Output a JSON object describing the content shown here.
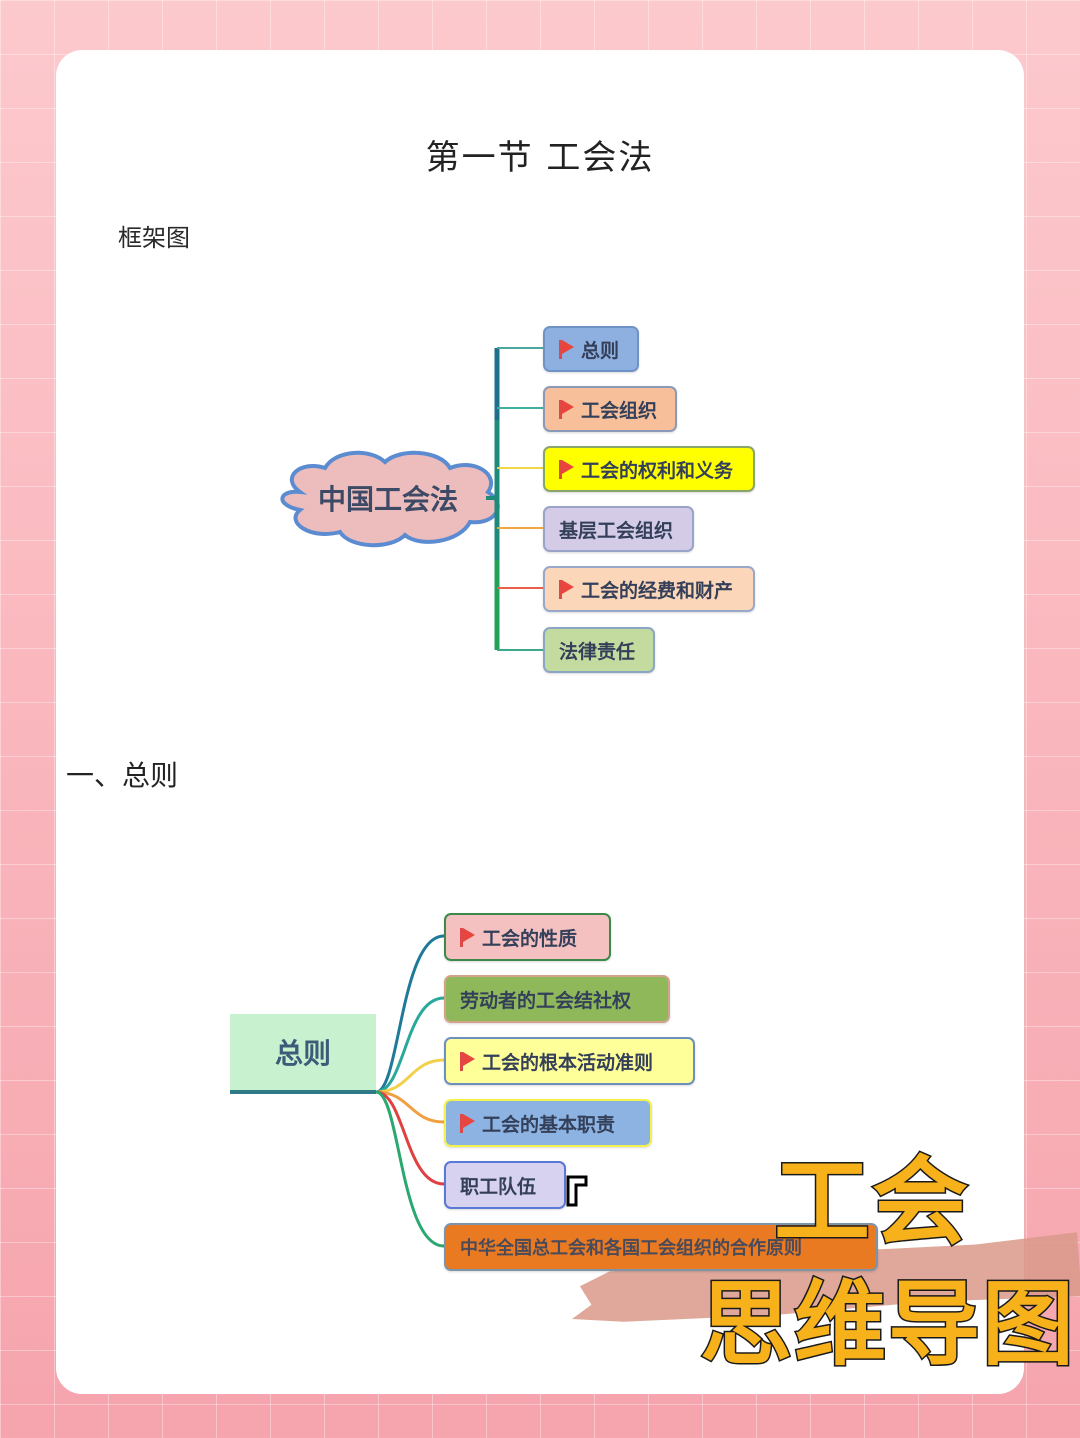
{
  "page": {
    "title": "第一节  工会法",
    "subheading": "框架图",
    "section_heading": "一、总则"
  },
  "overview_map": {
    "root": "中国工会法",
    "root_shape": "cloud",
    "branches": [
      {
        "label": "总则",
        "flag": true,
        "fill": "#8db0e0",
        "border": "#6f93c7"
      },
      {
        "label": "工会组织",
        "flag": true,
        "fill": "#f7c09a",
        "border": "#8a9ab8"
      },
      {
        "label": "工会的权利和义务",
        "flag": true,
        "fill": "#ffff00",
        "border": "#8aa56a"
      },
      {
        "label": "基层工会组织",
        "flag": false,
        "fill": "#d4cbe7",
        "border": "#9aa3c8"
      },
      {
        "label": "工会的经费和财产",
        "flag": true,
        "fill": "#fcd6b8",
        "border": "#9aa8c8"
      },
      {
        "label": "法律责任",
        "flag": false,
        "fill": "#c4dba0",
        "border": "#8ba6c4"
      }
    ]
  },
  "general_map": {
    "root": "总则",
    "branches": [
      {
        "label": "工会的性质",
        "flag": true,
        "fill": "#f4c0c0",
        "border": "#3b8a4a"
      },
      {
        "label": "劳动者的工会结社权",
        "flag": false,
        "fill": "#8fb85a",
        "border": "#d2a38a"
      },
      {
        "label": "工会的根本活动准则",
        "flag": true,
        "fill": "#ffff99",
        "border": "#6d8fc0"
      },
      {
        "label": "工会的基本职责",
        "flag": true,
        "fill": "#8db3e2",
        "border": "#f2f24a"
      },
      {
        "label": "职工队伍",
        "flag": false,
        "fill": "#d6d2ef",
        "border": "#5a78d6"
      },
      {
        "label": "中华全国总工会和各国工会组织的合作原则",
        "flag": false,
        "fill": "#ea7a22",
        "border": "#7d93a8"
      }
    ]
  },
  "overlay": {
    "line1": "工会",
    "line2": "思维导图",
    "text_color": "#f7b21b",
    "stroke_color": "#1a1a1a"
  },
  "colors": {
    "background": "#f9b6bd",
    "card": "#ffffff",
    "flag": "#e8453f"
  }
}
